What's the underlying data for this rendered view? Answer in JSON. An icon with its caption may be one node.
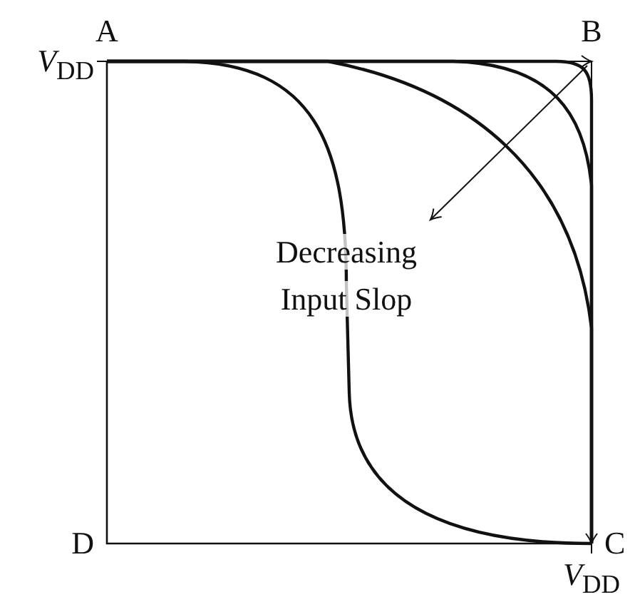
{
  "diagram": {
    "labels": [
      "A",
      "*V*$_{DD}$",
      "B",
      "Decreasing Input Slop",
      "D",
      "C",
      "*V*$_{DD}$"
    ]
  }
}
